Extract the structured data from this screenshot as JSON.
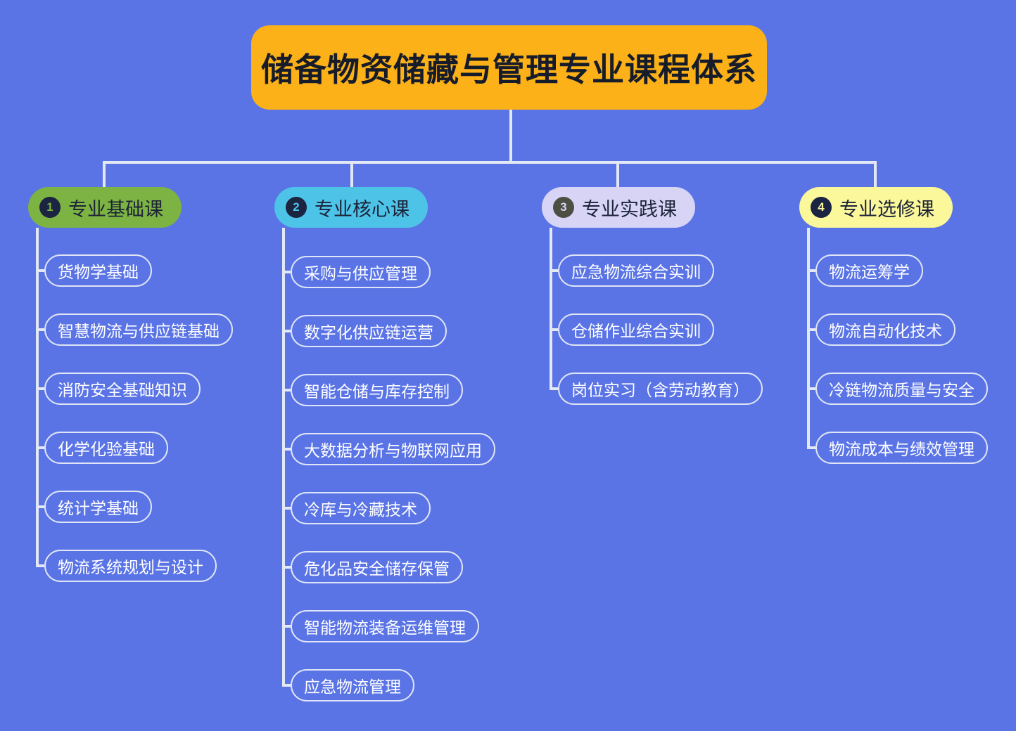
{
  "title": "储备物资储藏与管理专业课程体系",
  "theme": {
    "background": "#5a74e6",
    "title_bg": "#fbb117",
    "title_text": "#171c2b",
    "connector": "#e3e8f5",
    "pill_border": "#dfe5f6",
    "pill_text": "#ffffff"
  },
  "categories": [
    {
      "number": "1",
      "label": "专业基础课",
      "chip_color": "#7cb342",
      "badge_bg": "#1b2440",
      "badge_text": "#7cb342",
      "items": [
        "货物学基础",
        "智慧物流与供应链基础",
        "消防安全基础知识",
        "化学化验基础",
        "统计学基础",
        "物流系统规划与设计"
      ]
    },
    {
      "number": "2",
      "label": "专业核心课",
      "chip_color": "#4ec3e8",
      "badge_bg": "#1b2440",
      "badge_text": "#4ec3e8",
      "items": [
        "采购与供应管理",
        "数字化供应链运营",
        "智能仓储与库存控制",
        "大数据分析与物联网应用",
        "冷库与冷藏技术",
        "危化品安全储存保管",
        "智能物流装备运维管理",
        "应急物流管理"
      ]
    },
    {
      "number": "3",
      "label": "专业实践课",
      "chip_color": "#d7d4f5",
      "badge_bg": "#4c4f42",
      "badge_text": "#d7d4f5",
      "items": [
        "应急物流综合实训",
        "仓储作业综合实训",
        "岗位实习（含劳动教育）"
      ]
    },
    {
      "number": "4",
      "label": "专业选修课",
      "chip_color": "#fbf79b",
      "badge_bg": "#1b2440",
      "badge_text": "#fbf79b",
      "items": [
        "物流运筹学",
        "物流自动化技术",
        "冷链物流质量与安全",
        "物流成本与绩效管理"
      ]
    }
  ]
}
